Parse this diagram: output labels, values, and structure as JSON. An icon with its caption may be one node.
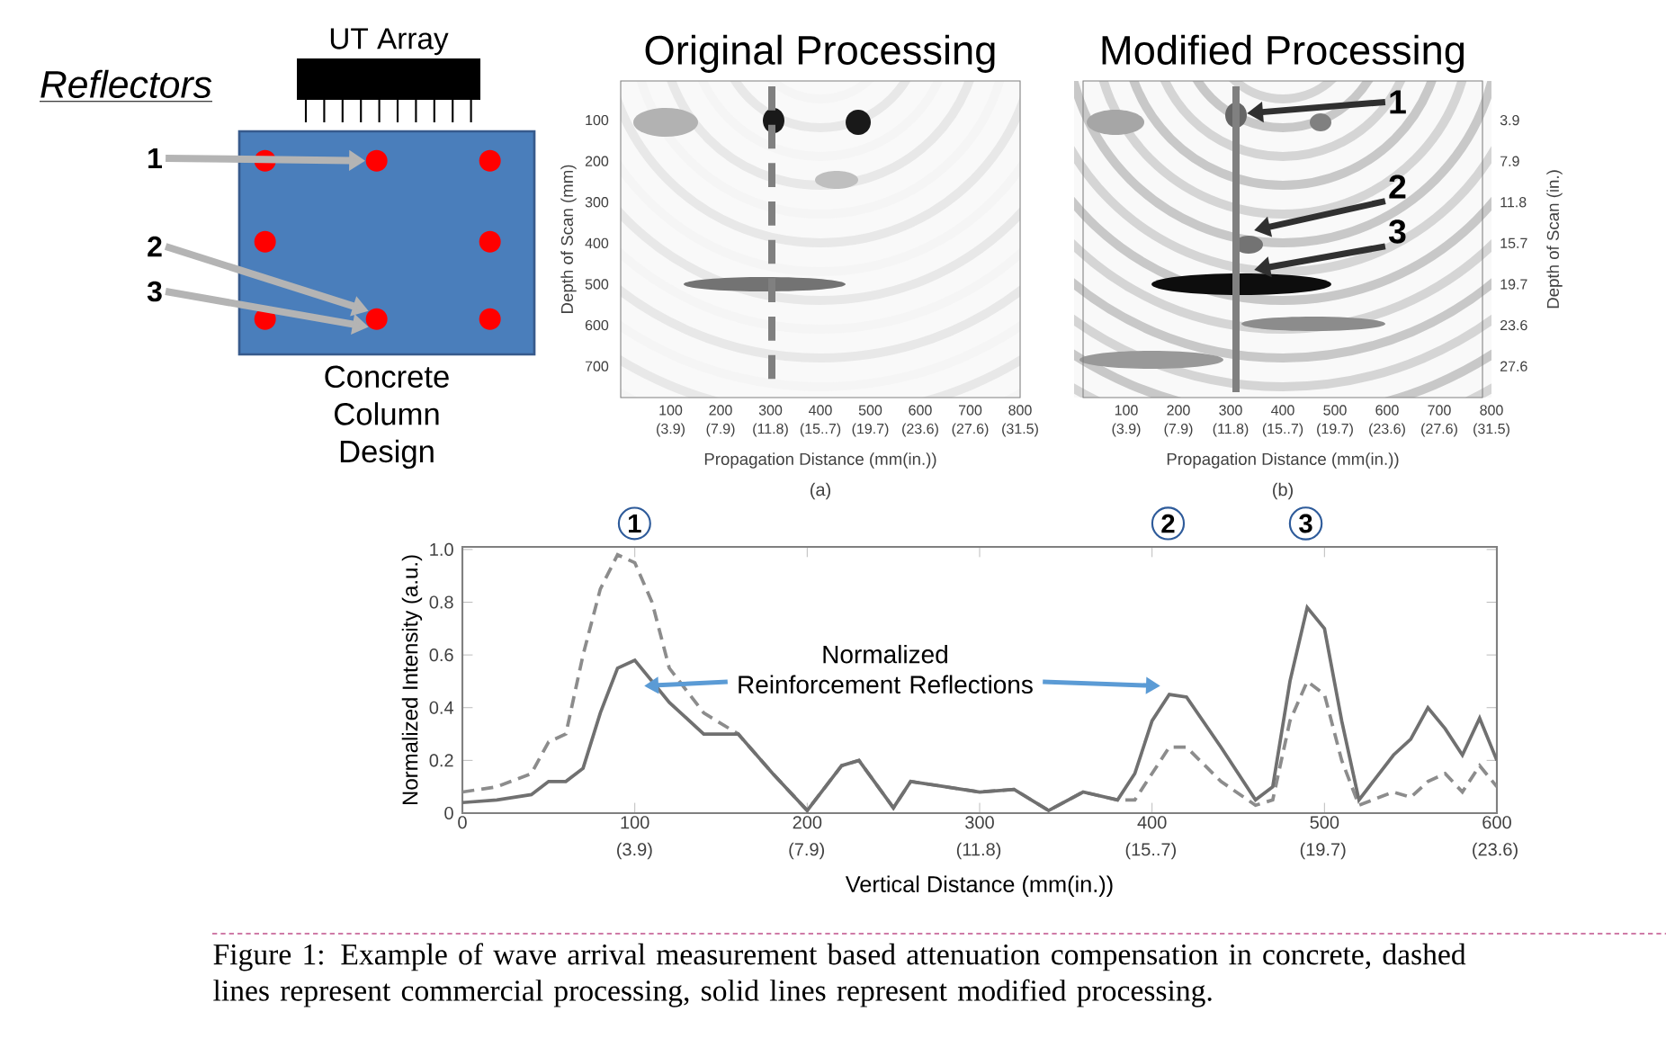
{
  "diagram": {
    "caption": "Figure 1: Example of wave arrival measurement based attenuation compensation in concrete, dashed lines represent commercial processing, solid lines represent modified processing.",
    "nodes": [
      {
        "text": [
          "UT Array"
        ]
      },
      {
        "text": [
          "Concrete Column Design"
        ]
      },
      {
        "text": [],
        "shape": "circle",
        "in": 1
      },
      {
        "text": [],
        "shape": "circle",
        "in": 1
      },
      {
        "text": [],
        "shape": "circle",
        "in": 1
      },
      {
        "text": [],
        "shape": "circle",
        "in": 1
      },
      {
        "text": [],
        "shape": "circle",
        "in": 1
      },
      {
        "text": [],
        "shape": "circle",
        "in": 1
      },
      {
        "text": [],
        "shape": "circle",
        "in": 1
      },
      {
        "text": [],
        "shape": "circle",
        "in": 1
      },
      {
        "text": [
          "1"
        ]
      },
      {
        "text": [
          "2"
        ]
      },
      {
        "text": [
          "3"
        ]
      },
      {
        "text": [
          "Original Processing"
        ]
      },
      {
        "text": [
          "Modified Processing"
        ]
      },
      {
        "text": [
          "1"
        ],
        "in": 14
      },
      {
        "text": [
          "2"
        ],
        "in": 14
      },
      {
        "text": [
          "3"
        ],
        "in": 14
      },
      {
        "text": [
          "Normalized Reinforcement Reflections"
        ]
      }
    ],
    "edges": [
      {
        "from": 10,
        "to": 3,
        "arrow": "to"
      },
      {
        "from": 11,
        "to": 8,
        "arrow": "to"
      },
      {
        "from": 12,
        "to": 8,
        "arrow": "to"
      },
      {
        "from": 15,
        "to": null,
        "arrow": "to",
        "color": "#303030"
      },
      {
        "from": 16,
        "to": null,
        "arrow": "to",
        "color": "#303030"
      },
      {
        "from": 17,
        "to": null,
        "arrow": "to",
        "color": "#303030"
      },
      {
        "from": 18,
        "to": null,
        "arrow": "to",
        "color": "#5b9bd5"
      },
      {
        "from": 18,
        "to": null,
        "arrow": "to",
        "color": "#5b9bd5"
      }
    ],
    "labels": [
      "Reflectors",
      "100",
      "200",
      "300",
      "400",
      "500",
      "600",
      "700",
      "100",
      "200",
      "300",
      "400",
      "500",
      "600",
      "700",
      "800",
      "(3.9)",
      "(7.9)",
      "(11.8)",
      "(15..7)",
      "(19.7)",
      "(23.6)",
      "(27.6)",
      "(31.5)",
      "Depth of Scan (mm)",
      "Propagation Distance (mm(in.))",
      "(a)",
      "3.9",
      "7.9",
      "11.8",
      "15.7",
      "19.7",
      "23.6",
      "27.6",
      "100",
      "200",
      "300",
      "400",
      "500",
      "600",
      "700",
      "800",
      "(3.9)",
      "(7.9)",
      "(11.8)",
      "(15..7)",
      "(19.7)",
      "(23.6)",
      "(27.6)",
      "(31.5)",
      "Depth of Scan (in.)",
      "Propagation Distance (mm(in.))",
      "(b)",
      "1",
      "2",
      "3",
      "(3.9)",
      "(7.9)",
      "(11.8)",
      "(15..7)",
      "(19.7)",
      "(23.6)"
    ],
    "chart_data": {
      "type": "line",
      "xlabel": "Vertical Distance (mm(in.))",
      "ylabel": "Normalized Intensity (a.u.)",
      "x": [
        0,
        20,
        40,
        50,
        60,
        70,
        80,
        90,
        100,
        110,
        120,
        140,
        160,
        180,
        200,
        220,
        230,
        250,
        260,
        280,
        300,
        320,
        340,
        360,
        380,
        390,
        400,
        410,
        420,
        440,
        460,
        470,
        480,
        490,
        500,
        510,
        520,
        540,
        550,
        560,
        570,
        580,
        590,
        600
      ],
      "series": [
        {
          "color": "#8c8c8c",
          "line_style": "dashed",
          "values": [
            0.08,
            0.1,
            0.15,
            0.27,
            0.3,
            0.6,
            0.85,
            0.98,
            0.95,
            0.8,
            0.55,
            0.38,
            0.3,
            0.15,
            0.01,
            0.18,
            0.2,
            0.02,
            0.12,
            0.1,
            0.08,
            0.09,
            0.01,
            0.08,
            0.05,
            0.05,
            0.15,
            0.25,
            0.25,
            0.12,
            0.03,
            0.05,
            0.35,
            0.5,
            0.45,
            0.2,
            0.03,
            0.08,
            0.06,
            0.12,
            0.15,
            0.08,
            0.18,
            0.1
          ]
        },
        {
          "color": "#707070",
          "line_style": "solid",
          "values": [
            0.04,
            0.05,
            0.07,
            0.12,
            0.12,
            0.17,
            0.38,
            0.55,
            0.58,
            0.5,
            0.42,
            0.3,
            0.3,
            0.15,
            0.01,
            0.18,
            0.2,
            0.02,
            0.12,
            0.1,
            0.08,
            0.09,
            0.01,
            0.08,
            0.05,
            0.15,
            0.35,
            0.45,
            0.44,
            0.25,
            0.05,
            0.1,
            0.5,
            0.78,
            0.7,
            0.35,
            0.05,
            0.22,
            0.28,
            0.4,
            0.32,
            0.22,
            0.36,
            0.2
          ]
        }
      ],
      "xlim": [
        0,
        600
      ],
      "ylim": [
        0,
        1.0
      ],
      "xticks": [
        0,
        100,
        200,
        300,
        400,
        500,
        600
      ],
      "yticks": [
        {
          "value": 0,
          "label": "0"
        },
        0.2,
        0.4,
        0.6,
        0.8,
        {
          "value": 1.0,
          "label": "1.0"
        }
      ]
    }
  }
}
